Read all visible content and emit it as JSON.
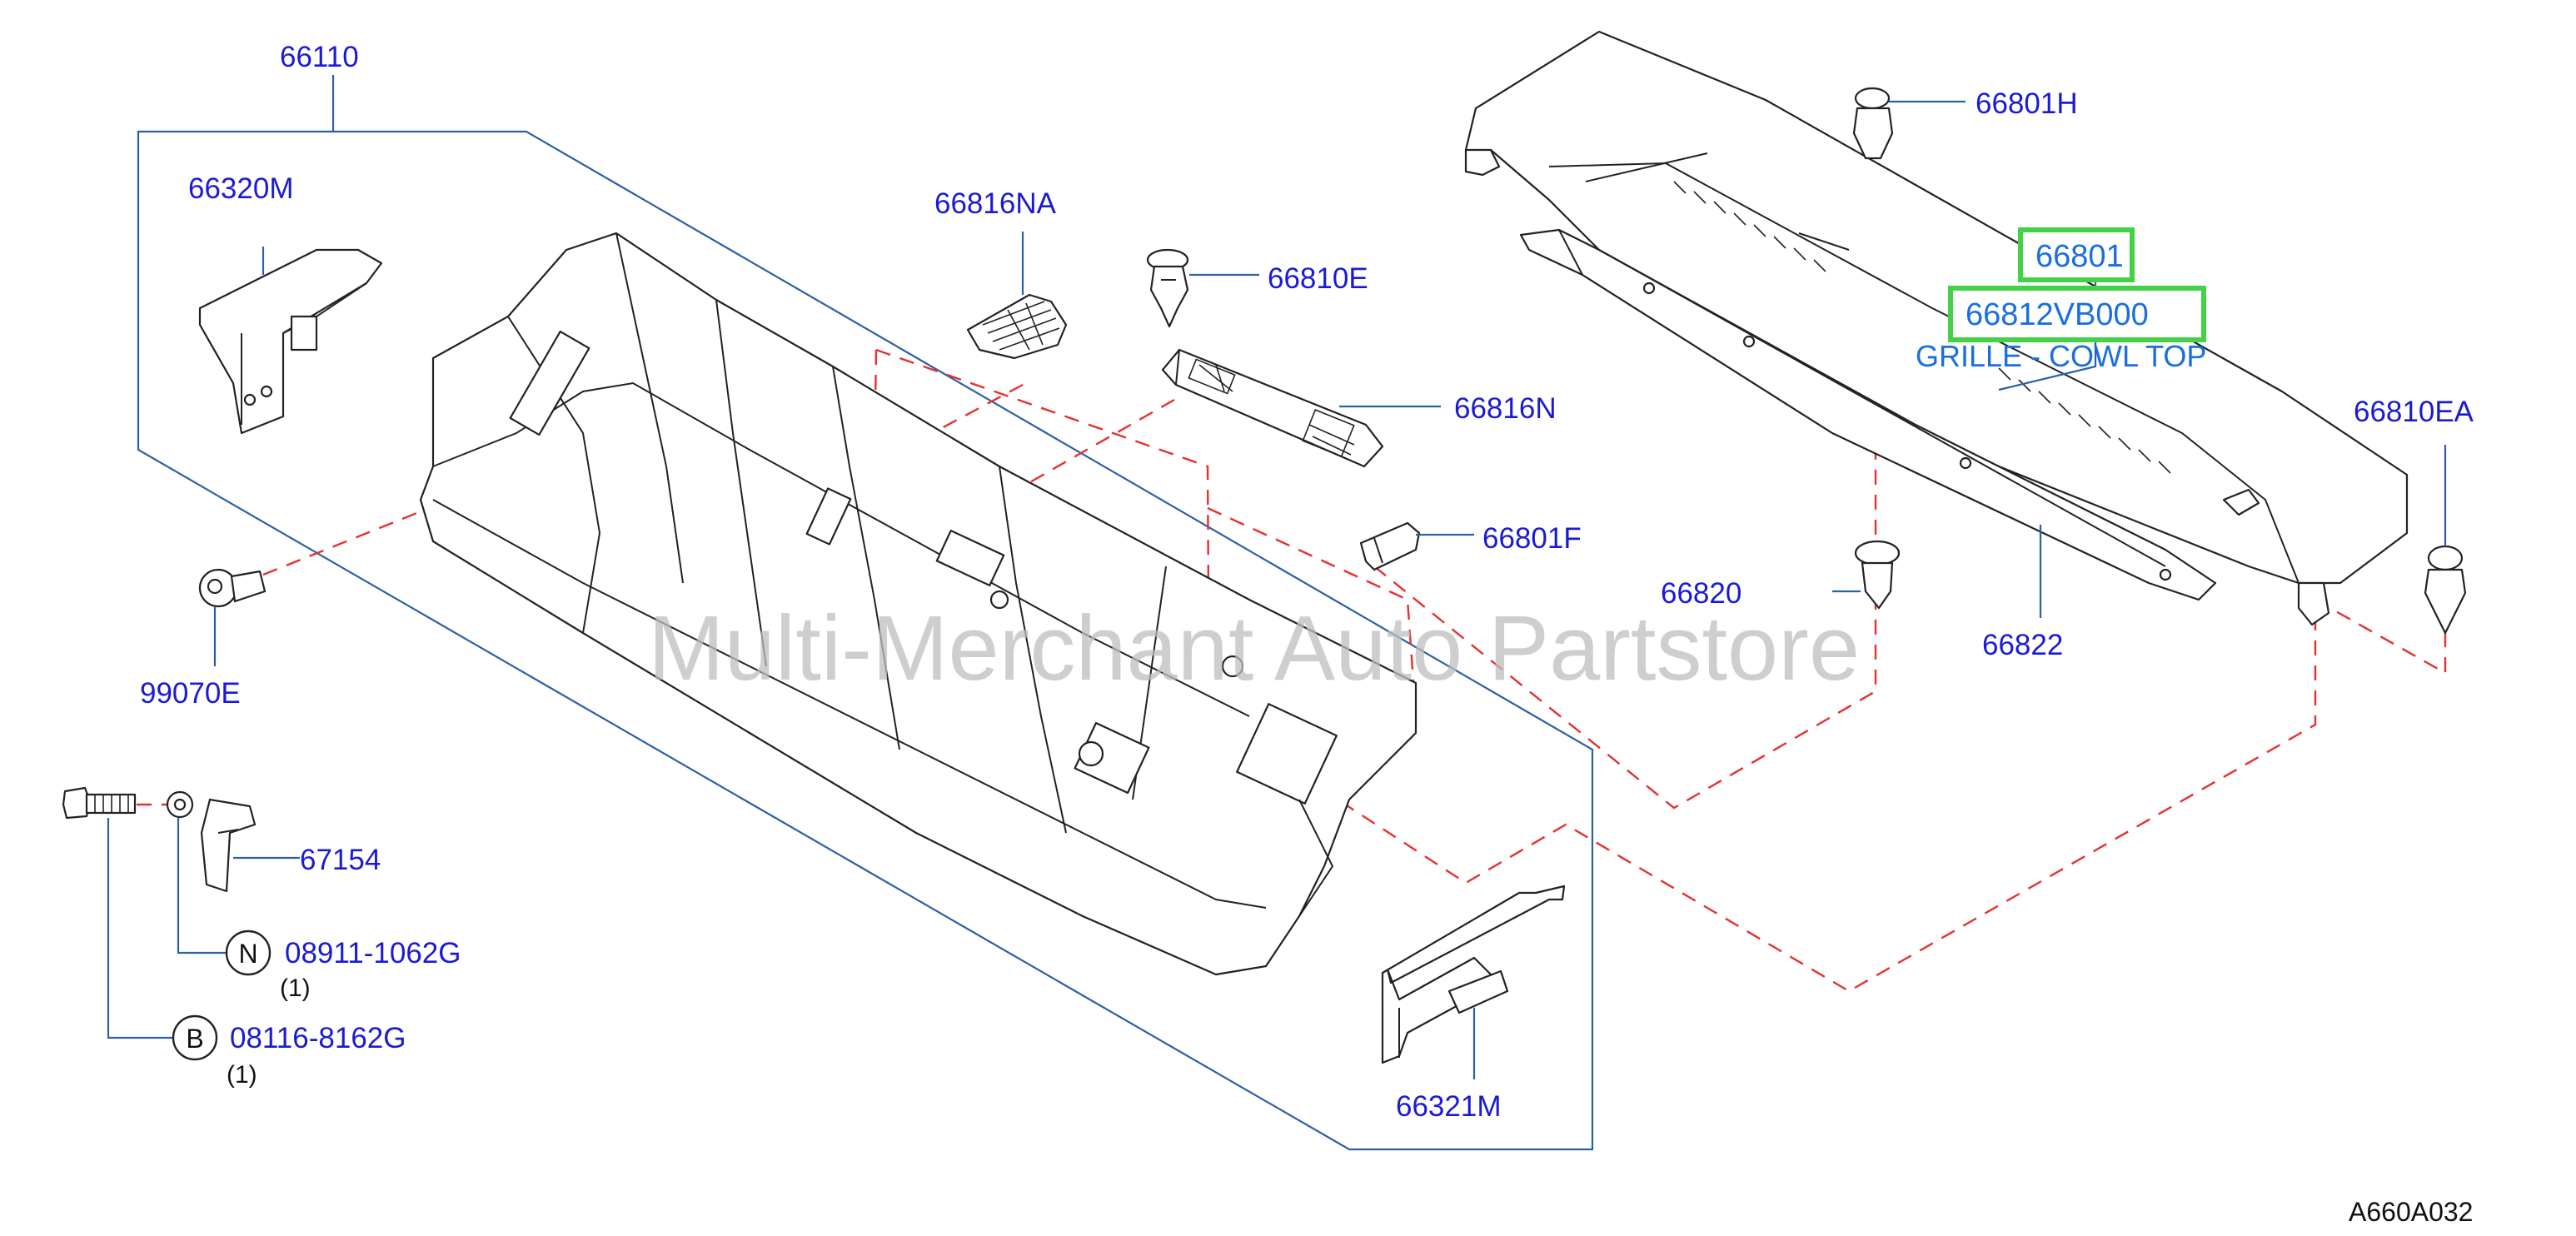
{
  "diagram": {
    "watermark": "Multi-Merchant Auto Partstore",
    "drawing_code": "A660A032",
    "description": "GRILLE - COWL TOP",
    "highlighted_parts": [
      "66801",
      "66812VB000"
    ],
    "labels": {
      "p66110": "66110",
      "p66320M": "66320M",
      "p99070E": "99070E",
      "p67154": "67154",
      "p08911": "08911-1062G",
      "p08911_qty": "(1)",
      "p08116": "08116-8162G",
      "p08116_qty": "(1)",
      "p66816NA": "66816NA",
      "p66810E": "66810E",
      "p66816N": "66816N",
      "p66801F": "66801F",
      "p66321M": "66321M",
      "p66801H": "66801H",
      "p66820": "66820",
      "p66822": "66822",
      "p66810EA": "66810EA"
    },
    "circle_marks": {
      "n_mark": "N",
      "b_mark": "B"
    }
  }
}
